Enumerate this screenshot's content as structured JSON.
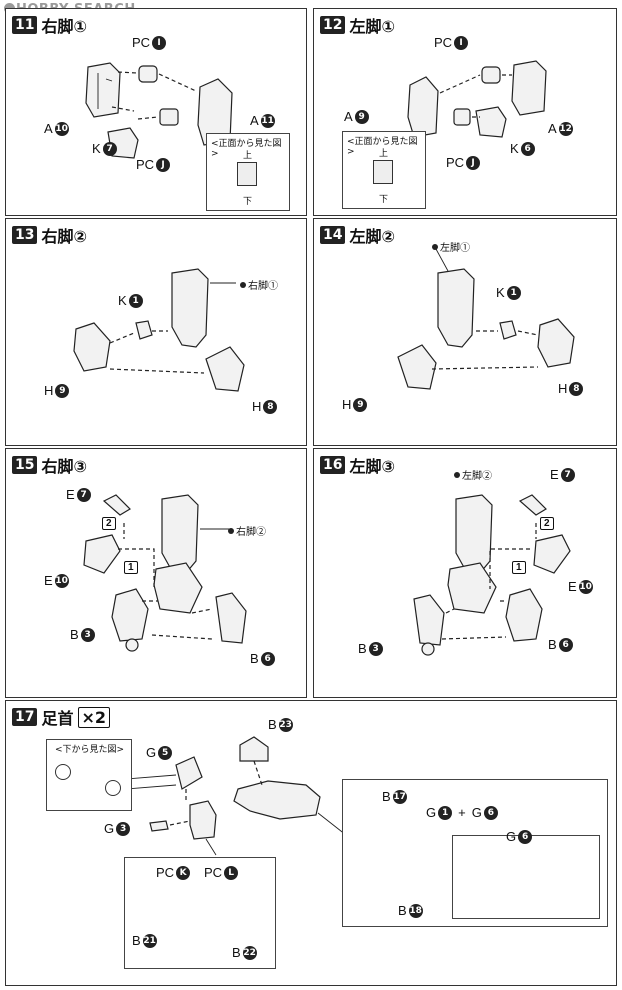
{
  "watermark": "HOBBY SEARCH",
  "steps": {
    "s11": {
      "num": "11",
      "title": "右脚①",
      "labels": {
        "pc_i": "PC",
        "pc_i_n": "I",
        "a10": "A",
        "a10_n": "10",
        "a11": "A",
        "a11_n": "11",
        "k7": "K",
        "k7_n": "7",
        "pc_j": "PC",
        "pc_j_n": "J"
      },
      "inset": {
        "title": "<正面から見た図>",
        "top": "上",
        "bottom": "下"
      }
    },
    "s12": {
      "num": "12",
      "title": "左脚①",
      "labels": {
        "pc_i": "PC",
        "pc_i_n": "I",
        "a9": "A",
        "a9_n": "9",
        "a12": "A",
        "a12_n": "12",
        "k6": "K",
        "k6_n": "6",
        "pc_j": "PC",
        "pc_j_n": "J"
      },
      "inset": {
        "title": "<正面から見た図>",
        "top": "上",
        "bottom": "下"
      }
    },
    "s13": {
      "num": "13",
      "title": "右脚②",
      "labels": {
        "ref": "右脚①",
        "k1": "K",
        "k1_n": "1",
        "h9": "H",
        "h9_n": "9",
        "h8": "H",
        "h8_n": "8"
      }
    },
    "s14": {
      "num": "14",
      "title": "左脚②",
      "labels": {
        "ref": "左脚①",
        "k1": "K",
        "k1_n": "1",
        "h8": "H",
        "h8_n": "8",
        "h9": "H",
        "h9_n": "9"
      }
    },
    "s15": {
      "num": "15",
      "title": "右脚③",
      "labels": {
        "ref": "右脚②",
        "e7": "E",
        "e7_n": "7",
        "e10": "E",
        "e10_n": "10",
        "b3": "B",
        "b3_n": "3",
        "b6": "B",
        "b6_n": "6",
        "step1": "1",
        "step2": "2"
      }
    },
    "s16": {
      "num": "16",
      "title": "左脚③",
      "labels": {
        "ref": "左脚②",
        "e7": "E",
        "e7_n": "7",
        "e10": "E",
        "e10_n": "10",
        "b3": "B",
        "b3_n": "3",
        "b6": "B",
        "b6_n": "6",
        "step1": "1",
        "step2": "2"
      }
    },
    "s17": {
      "num": "17",
      "title": "足首",
      "mult": "×2",
      "labels": {
        "b23": "B",
        "b23_n": "23",
        "g5": "G",
        "g5_n": "5",
        "g3": "G",
        "g3_n": "3",
        "pc_k": "PC",
        "pc_k_n": "K",
        "pc_l": "PC",
        "pc_l_n": "L",
        "b21": "B",
        "b21_n": "21",
        "b22": "B",
        "b22_n": "22",
        "b17": "B",
        "b17_n": "17",
        "g1": "G",
        "g1_n": "1",
        "plus": "+",
        "g6a": "G",
        "g6a_n": "6",
        "g6b": "G",
        "g6b_n": "6",
        "b18": "B",
        "b18_n": "18"
      },
      "inset": {
        "title": "<下から見た図>"
      }
    }
  }
}
